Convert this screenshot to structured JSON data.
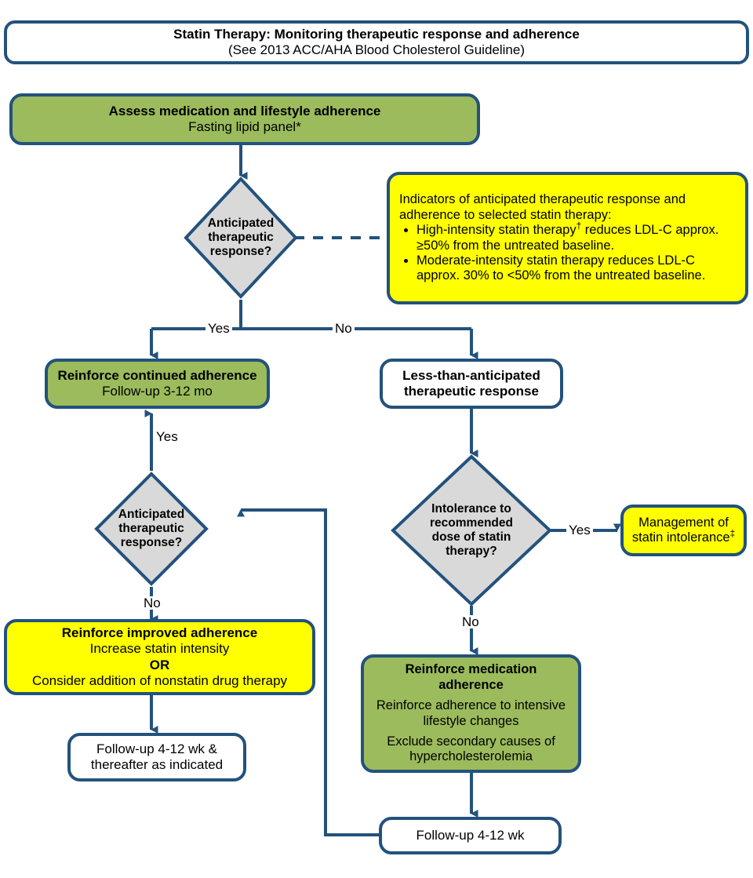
{
  "title_box": {
    "line1": "Statin Therapy: Monitoring therapeutic response and adherence",
    "line2": "(See 2013 ACC/AHA Blood Cholesterol Guideline)"
  },
  "nodes": {
    "assess": {
      "title": "Assess medication and lifestyle adherence",
      "sub": "Fasting lipid panel*"
    },
    "reinforce_continued": {
      "title": "Reinforce continued adherence",
      "sub": "Follow-up 3-12 mo"
    },
    "less_than_anticipated": {
      "line1": "Less-than-anticipated",
      "line2": "therapeutic response"
    },
    "management_intolerance": {
      "line1": "Management of",
      "line2": "statin intolerance",
      "marker": "‡"
    },
    "reinforce_improved": {
      "title": "Reinforce improved adherence",
      "line2": "Increase statin intensity",
      "line3": "OR",
      "line4": "Consider addition of nonstatin drug therapy"
    },
    "reinforce_medication": {
      "title_line1": "Reinforce medication",
      "title_line2": "adherence",
      "body_line1": "Reinforce adherence to intensive",
      "body_line2": "lifestyle changes",
      "body_line3": "Exclude secondary causes of",
      "body_line4": "hypercholesterolemia"
    },
    "followup_left": {
      "line1": "Follow-up 4-12 wk &",
      "line2": "thereafter as indicated"
    },
    "followup_bottom": {
      "line1": "Follow-up 4-12 wk"
    }
  },
  "decisions": {
    "anticipated_1": {
      "line1": "Anticipated",
      "line2": "therapeutic",
      "line3": "response?"
    },
    "anticipated_2": {
      "line1": "Anticipated",
      "line2": "therapeutic",
      "line3": "response?"
    },
    "intolerance": {
      "line1": "Intolerance to",
      "line2": "recommended",
      "line3": "dose of statin",
      "line4": "therapy?"
    }
  },
  "callout": {
    "intro_line1": "Indicators of anticipated therapeutic response and",
    "intro_line2": "adherence to selected statin therapy:",
    "bullets": [
      {
        "text_before": "High-intensity statin therapy",
        "marker": "†",
        "text_after": " reduces LDL-C approx. ≥50% from the untreated baseline."
      },
      {
        "text_before": "Moderate-intensity statin therapy reduces LDL-C approx. 30% to <50% from the untreated baseline.",
        "marker": "",
        "text_after": ""
      }
    ]
  },
  "edge_labels": {
    "yes_top": "Yes",
    "no_top": "No",
    "yes_left_up": "Yes",
    "no_left_down": "No",
    "yes_intolerance": "Yes",
    "no_intolerance": "No"
  },
  "colors": {
    "border_blue": "#23527c",
    "green_fill": "#9cbb5c",
    "yellow_fill": "#ffff00",
    "gray_fill": "#d9d9d9",
    "white_fill": "#ffffff",
    "text": "#000000"
  }
}
